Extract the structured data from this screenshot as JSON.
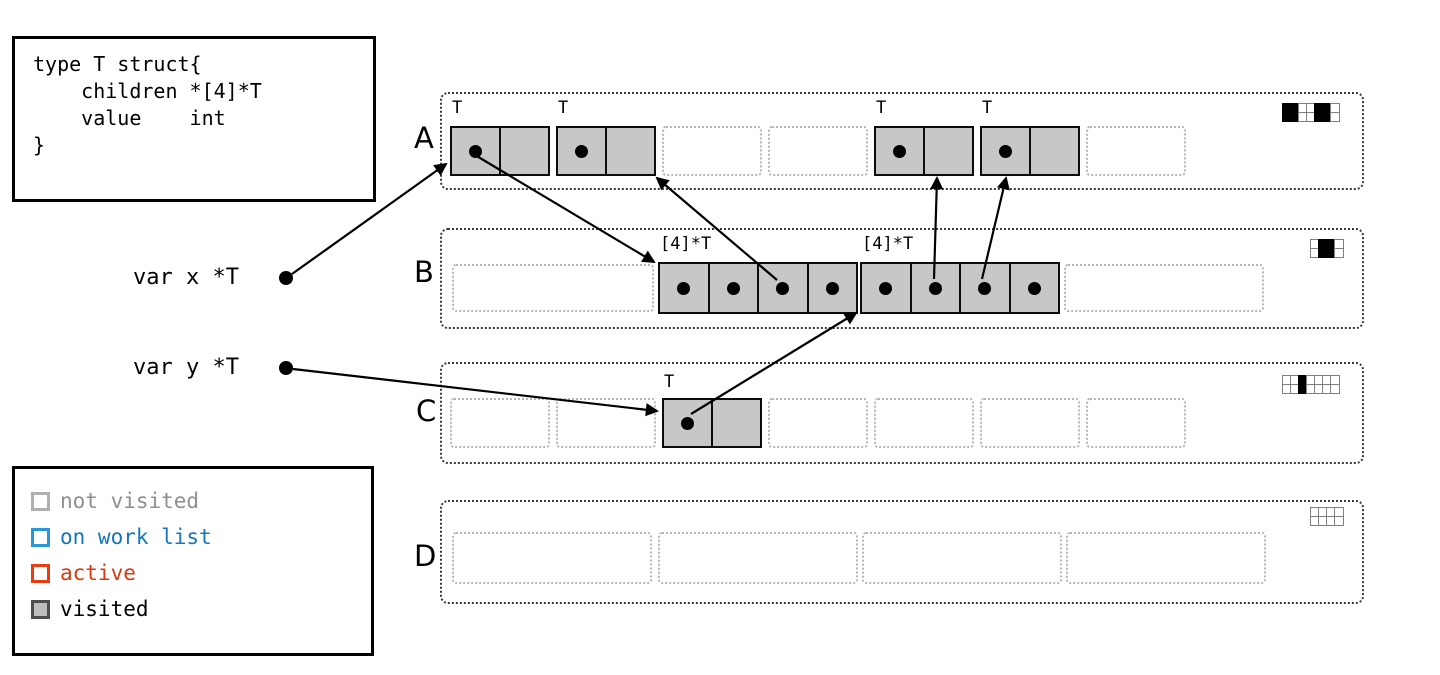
{
  "code_box": {
    "lines": [
      "type T struct{",
      "    children *[4]*T",
      "    value    int",
      "}"
    ]
  },
  "variables": [
    {
      "label": "var x *T"
    },
    {
      "label": "var y *T"
    }
  ],
  "legend": {
    "items": [
      {
        "label": "not visited",
        "state": "not-visited"
      },
      {
        "label": "on work list",
        "state": "work-list"
      },
      {
        "label": "active",
        "state": "active"
      },
      {
        "label": "visited",
        "state": "visited"
      }
    ]
  },
  "colors": {
    "visited_fill": "#c7c7c7",
    "not_visited_gray": "#8f8f8f",
    "work_list_blue": "#1577b9",
    "active_red": "#d8390f",
    "box_border": "#0d0d0d"
  },
  "regions": [
    {
      "label": "A",
      "bitmap": [
        "1100110",
        "1100110"
      ],
      "slots": [
        {
          "state": "visited",
          "type_label": "T",
          "compartments": 2,
          "pointer_slots": [
            0
          ]
        },
        {
          "state": "visited",
          "type_label": "T",
          "compartments": 2,
          "pointer_slots": [
            0
          ]
        },
        {
          "state": "not visited"
        },
        {
          "state": "not visited"
        },
        {
          "state": "visited",
          "type_label": "T",
          "compartments": 2,
          "pointer_slots": [
            0
          ]
        },
        {
          "state": "visited",
          "type_label": "T",
          "compartments": 2,
          "pointer_slots": [
            0
          ]
        },
        {
          "state": "not visited"
        }
      ]
    },
    {
      "label": "B",
      "bitmap": [
        "0110",
        "0110"
      ],
      "slots": [
        {
          "state": "not visited"
        },
        {
          "state": "visited",
          "type_label": "[4]*T",
          "compartments": 4,
          "pointer_slots": [
            0,
            1,
            2,
            3
          ]
        },
        {
          "state": "visited",
          "type_label": "[4]*T",
          "compartments": 4,
          "pointer_slots": [
            0,
            1,
            2,
            3
          ]
        },
        {
          "state": "not visited"
        }
      ]
    },
    {
      "label": "C",
      "bitmap": [
        "0010000",
        "0010000"
      ],
      "slots": [
        {
          "state": "not visited"
        },
        {
          "state": "not visited"
        },
        {
          "state": "visited",
          "type_label": "T",
          "compartments": 2,
          "pointer_slots": [
            0
          ]
        },
        {
          "state": "not visited"
        },
        {
          "state": "not visited"
        },
        {
          "state": "not visited"
        },
        {
          "state": "not visited"
        }
      ]
    },
    {
      "label": "D",
      "bitmap": [
        "0000",
        "0000"
      ],
      "slots": [
        {
          "state": "not visited"
        },
        {
          "state": "not visited"
        },
        {
          "state": "not visited"
        },
        {
          "state": "not visited"
        }
      ]
    }
  ],
  "pointer_edges": [
    {
      "from": "var x",
      "to": "region A object 1"
    },
    {
      "from": "region A object 1 children",
      "to": "region B array 1"
    },
    {
      "from": "region B array 1 element 3",
      "to": "region A object 2"
    },
    {
      "from": "region B array 2 element 2",
      "to": "region A object 3"
    },
    {
      "from": "region B array 2 element 3",
      "to": "region A object 4"
    },
    {
      "from": "var y",
      "to": "region C object 1"
    },
    {
      "from": "region C object 1 children",
      "to": "region B array 2"
    }
  ]
}
